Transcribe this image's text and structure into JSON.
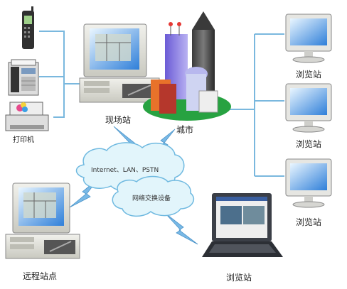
{
  "nodes": {
    "field_station": "现场站",
    "city": "城市",
    "printer": "打印机",
    "remote_station": "远程站点",
    "browser_1": "浏览站",
    "browser_2": "浏览站",
    "browser_3": "浏览站",
    "browser_laptop": "浏览站"
  },
  "network": {
    "internet": "Internet、LAN、PSTN",
    "switch": "网络交换设备"
  },
  "colors": {
    "link": "#7ab8de",
    "lightning": "#79b9e6",
    "cloud": "#e2f5fb",
    "green": "#27a241"
  }
}
